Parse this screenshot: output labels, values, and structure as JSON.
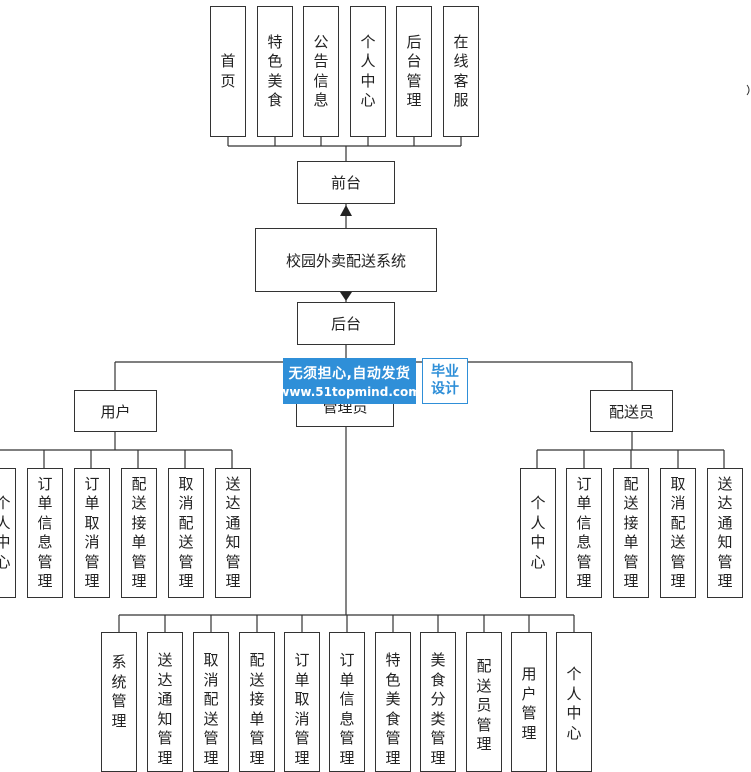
{
  "system": "校园外卖配送系统",
  "frontend": "前台",
  "backend": "后台",
  "frontend_modules": [
    "首页",
    "特色美食",
    "公告信息",
    "个人中心",
    "后台管理",
    "在线客服"
  ],
  "roles": {
    "user": "用户",
    "admin": "管理员",
    "courier": "配送员"
  },
  "user_modules": [
    "个人中心",
    "订单信息管理",
    "订单取消管理",
    "配送接单管理",
    "取消配送管理",
    "送达通知管理"
  ],
  "courier_modules": [
    "个人中心",
    "订单信息管理",
    "配送接单管理",
    "取消配送管理",
    "送达通知管理"
  ],
  "admin_modules": [
    "系统管理",
    "送达通知管理",
    "取消配送管理",
    "配送接单管理",
    "订单取消管理",
    "订单信息管理",
    "特色美食管理",
    "美食分类管理",
    "配送员管理",
    "用户管理",
    "个人中心"
  ],
  "watermark": {
    "slogan": "无须担心,自动发货",
    "url": "www.51topmind.com",
    "tag_line1": "毕业",
    "tag_line2": "设计"
  },
  "colors": {
    "line": "#333333",
    "watermark": "#2f8fd8"
  }
}
